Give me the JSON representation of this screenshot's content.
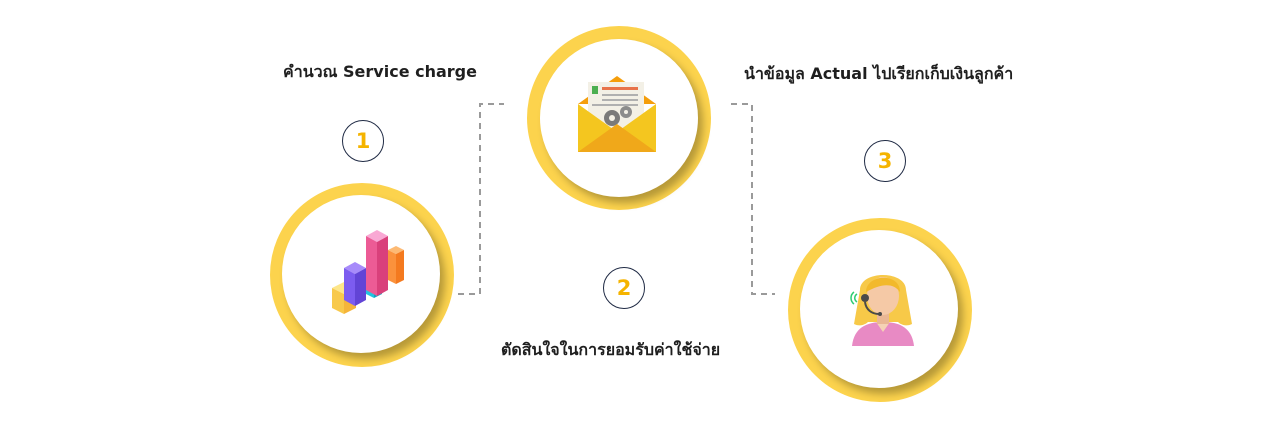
{
  "steps": [
    {
      "number": "1",
      "label": "คำนวณ Service charge",
      "icon": "bar-chart-icon"
    },
    {
      "number": "2",
      "label": "ตัดสินใจในการยอมรับค่าใช้จ่าย",
      "icon": "envelope-document-icon"
    },
    {
      "number": "3",
      "label": "นำข้อมูล Actual ไปเรียกเก็บเงินลูกค้า",
      "icon": "customer-service-agent-icon"
    }
  ],
  "colors": {
    "ring": "#fcd34d",
    "number_text": "#f5b400",
    "number_border": "#1f2a44",
    "connector": "#9a9a9a"
  }
}
